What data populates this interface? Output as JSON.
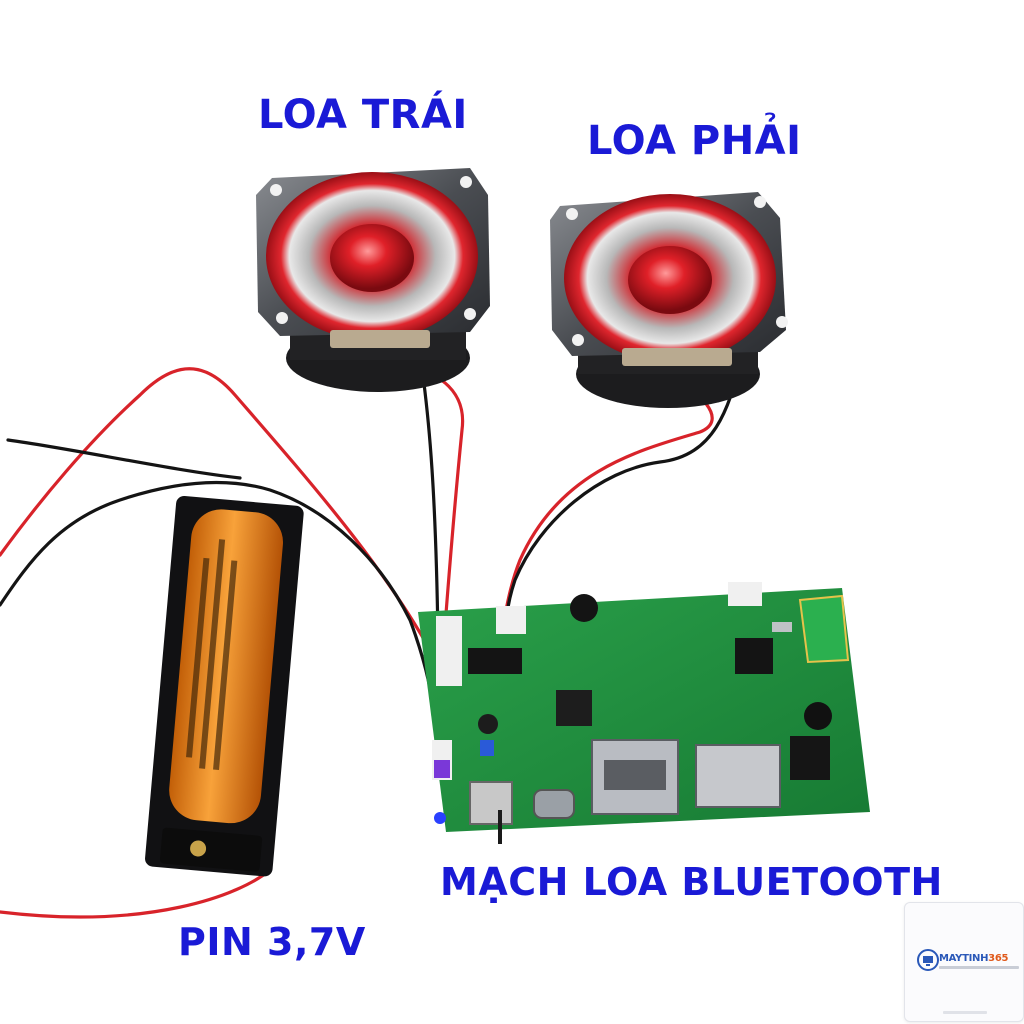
{
  "labels": {
    "left_speaker": "LOA TRÁI",
    "right_speaker": "LOA PHẢI",
    "board": "MẠCH LOA BLUETOOTH",
    "battery": "PIN 3,7V"
  },
  "logo": {
    "name_main": "MAYTINH",
    "name_accent": "365"
  },
  "colors": {
    "label": "#1a1ad6",
    "speaker_cone": "#d0202a",
    "pcb": "#1f8a3a",
    "battery": "#f08a1c",
    "wire_red": "#d8232a",
    "wire_black": "#141414"
  }
}
